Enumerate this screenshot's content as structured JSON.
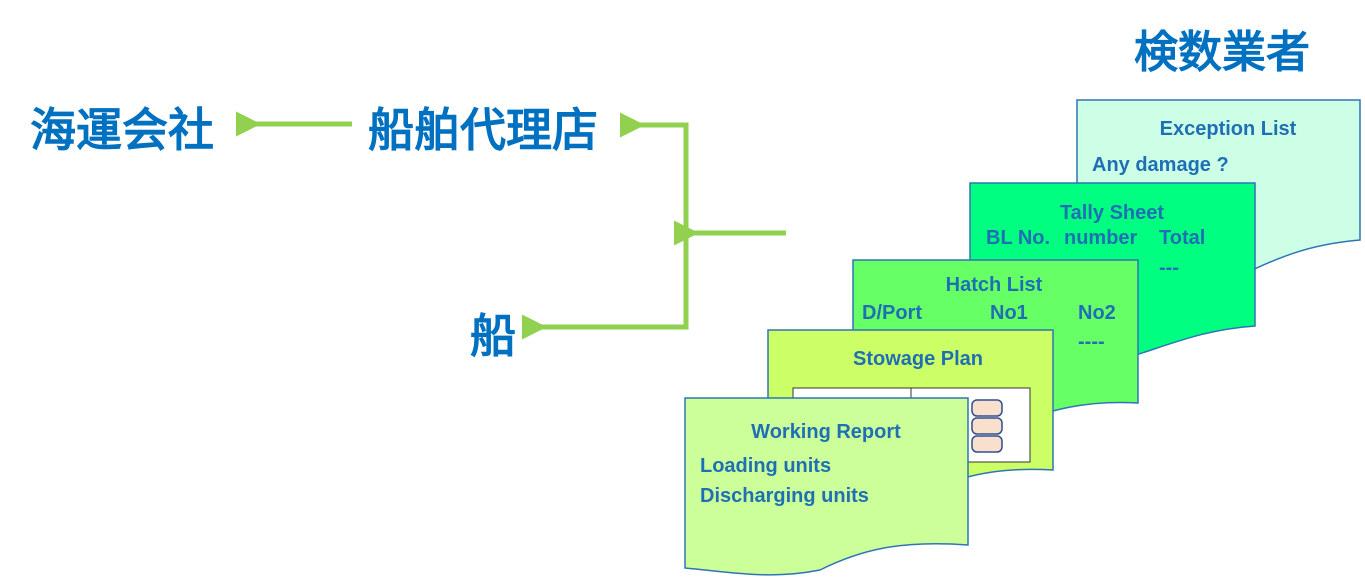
{
  "labels": {
    "surveyor": "検数業者",
    "shipping_company": "海運会社",
    "ship_agent": "船舶代理店",
    "ship": "船"
  },
  "colors": {
    "label_blue": "#0070c0",
    "arrow_green": "#92d050",
    "doc_text": "#1f6fb5"
  },
  "documents": {
    "exception_list": {
      "title": "Exception List",
      "line1": "Any damage ?"
    },
    "tally_sheet": {
      "title": "Tally Sheet",
      "col1": "BL No.",
      "col2": "number",
      "col3": "Total",
      "dash": "---"
    },
    "hatch_list": {
      "title": "Hatch List",
      "col1": "D/Port",
      "col2": "No1",
      "col3": "No2",
      "dash": "----"
    },
    "stowage_plan": {
      "title": "Stowage Plan"
    },
    "working_report": {
      "title": "Working Report",
      "line1": "Loading units",
      "line2": "Discharging units"
    }
  }
}
